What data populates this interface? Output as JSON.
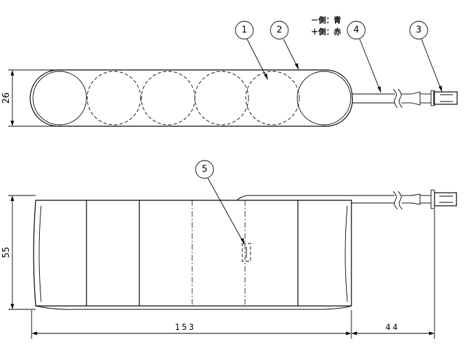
{
  "dimensions": {
    "height_top": "26",
    "height_front": "55",
    "length_pack": "153",
    "length_lead": "44"
  },
  "balloons": [
    "1",
    "2",
    "3",
    "4",
    "5"
  ],
  "legend": {
    "negative": "－側：青",
    "positive": "＋側：赤"
  }
}
